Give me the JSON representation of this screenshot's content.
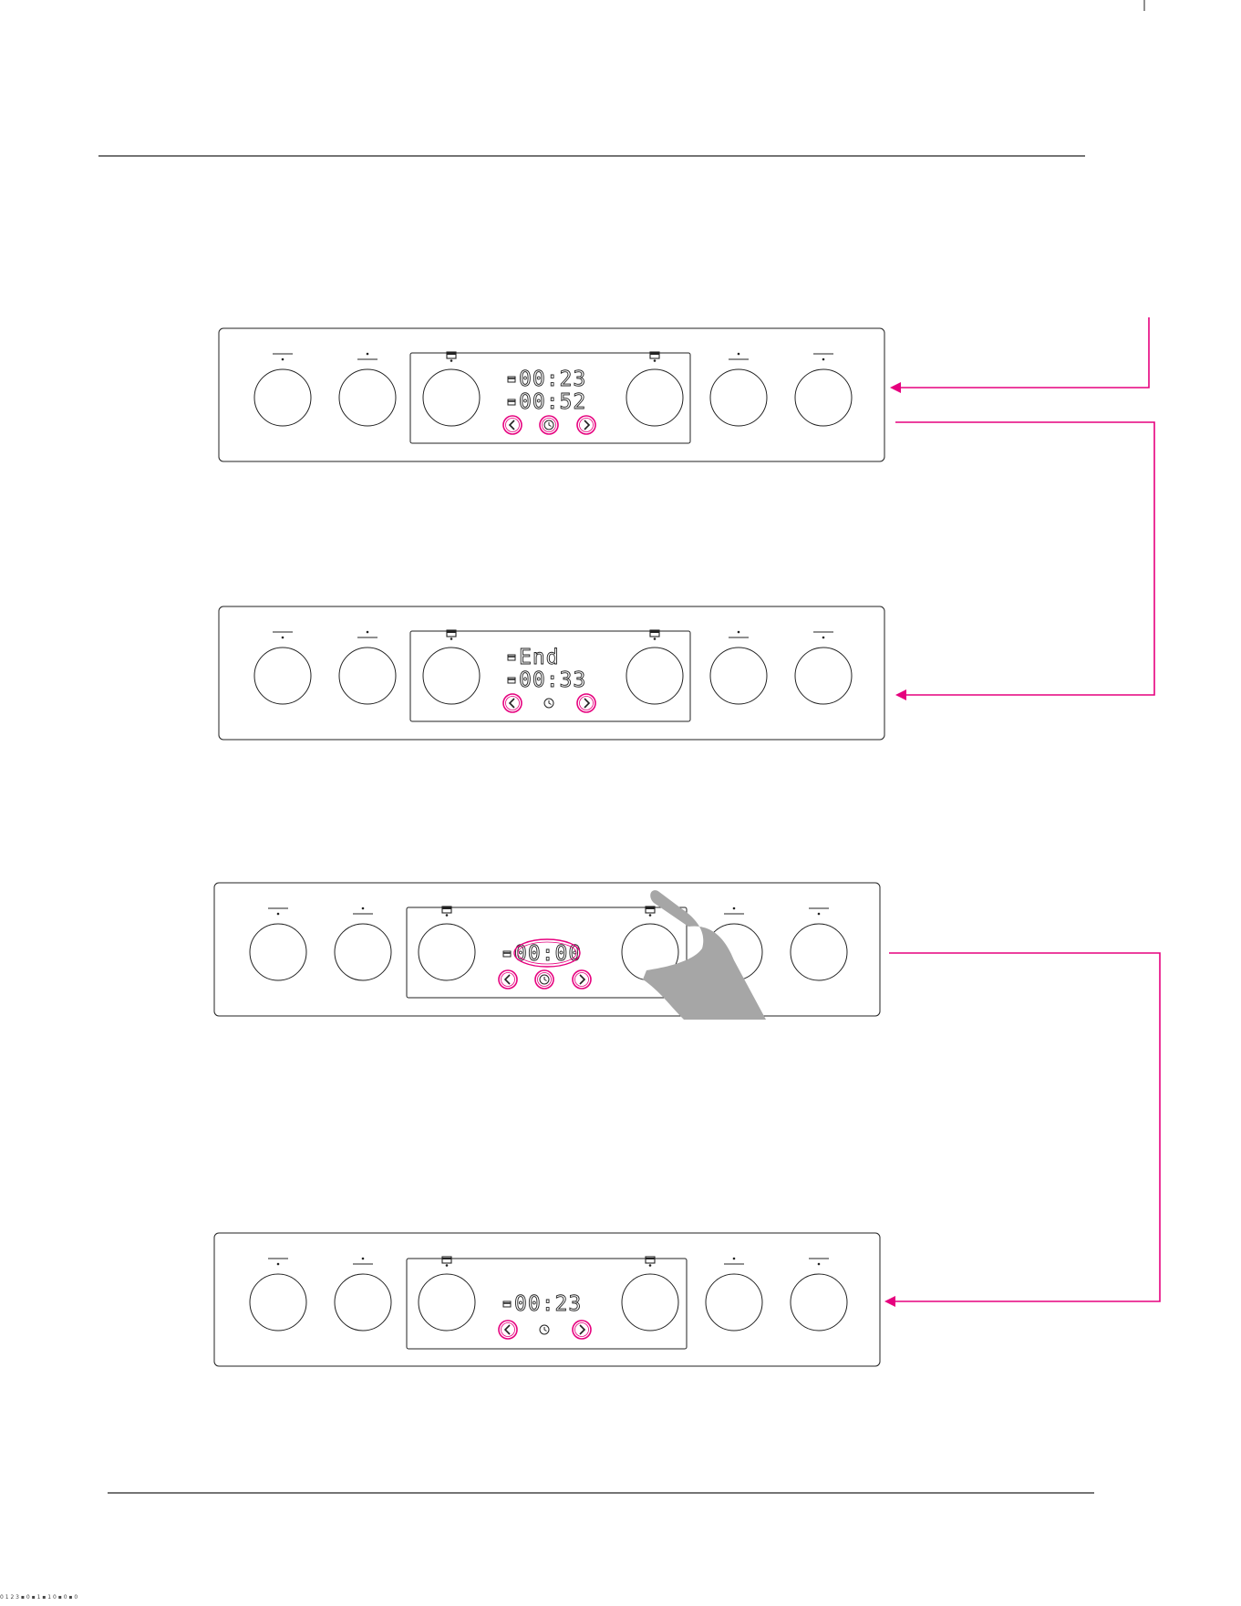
{
  "colors": {
    "accent": "#e6007e",
    "line": "#222222",
    "hand": "#a6a6a6"
  },
  "panels": [
    {
      "id": "panel-1",
      "display_lines": [
        "00:23",
        "00:52"
      ],
      "highlighted_buttons": [
        "left-arrow",
        "clock",
        "right-arrow"
      ],
      "display_highlighted": false,
      "hand": false
    },
    {
      "id": "panel-2",
      "display_lines": [
        "End",
        "00:33"
      ],
      "highlighted_buttons": [
        "left-arrow",
        "right-arrow"
      ],
      "display_highlighted": false,
      "hand": false
    },
    {
      "id": "panel-3",
      "display_lines": [
        "00:00"
      ],
      "highlighted_buttons": [
        "left-arrow",
        "clock",
        "right-arrow"
      ],
      "display_highlighted": true,
      "hand": true
    },
    {
      "id": "panel-4",
      "display_lines": [
        "00:23"
      ],
      "highlighted_buttons": [
        "left-arrow",
        "right-arrow"
      ],
      "display_highlighted": false,
      "hand": false
    }
  ],
  "icons": [
    "knob-icon",
    "arrow-left-icon",
    "arrow-right-icon",
    "clock-icon",
    "oven-icon",
    "hand-icon",
    "arrowhead-icon"
  ],
  "footer": {
    "code": "0 1 2 3 ▪ 0 ▪ 1 ▪ 1 0 ▪ 0 ▪ 0"
  }
}
